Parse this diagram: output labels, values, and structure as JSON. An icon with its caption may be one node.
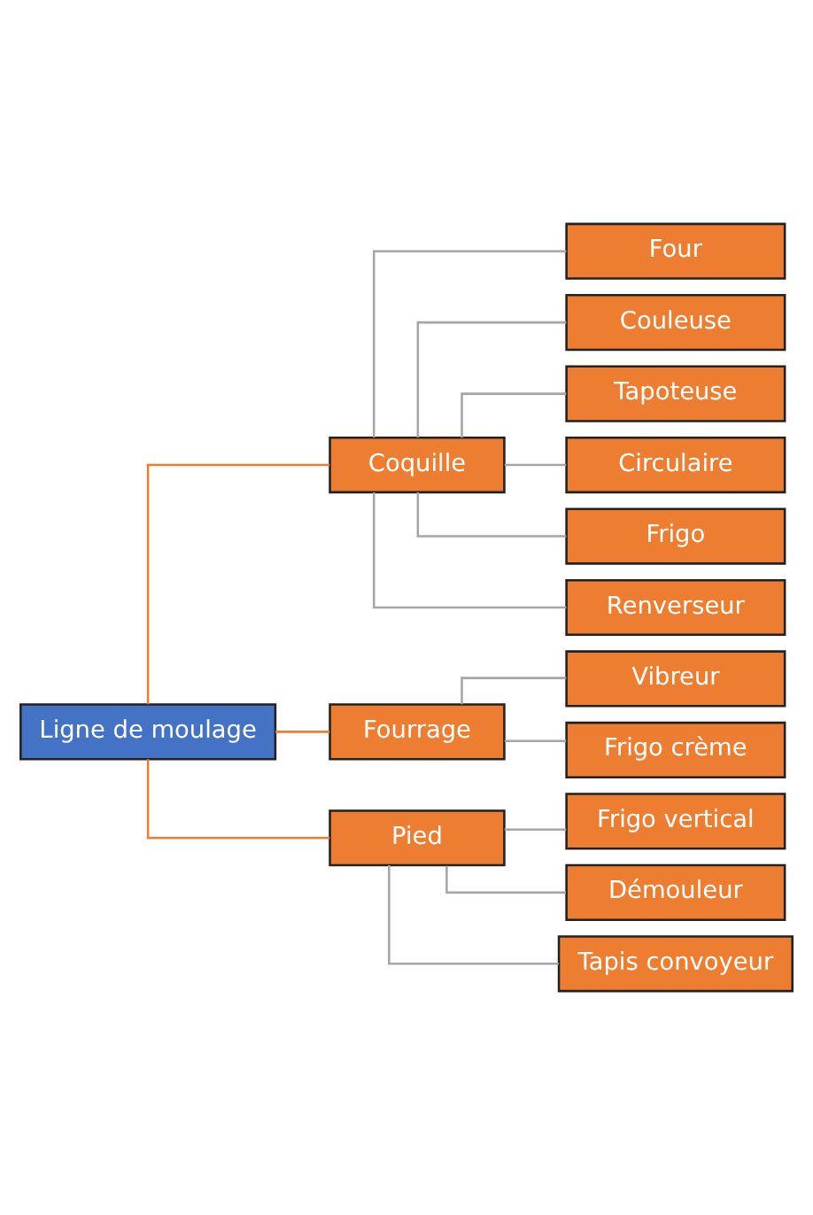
{
  "diagram": {
    "nodes": [
      {
        "text": [
          "Ligne de moulage"
        ]
      },
      {
        "text": [
          "Coquille"
        ]
      },
      {
        "text": [
          "Fourrage"
        ]
      },
      {
        "text": [
          "Pied"
        ]
      },
      {
        "text": [
          "Four"
        ]
      },
      {
        "text": [
          "Couleuse"
        ]
      },
      {
        "text": [
          "Tapoteuse"
        ]
      },
      {
        "text": [
          "Circulaire"
        ]
      },
      {
        "text": [
          "Frigo"
        ]
      },
      {
        "text": [
          "Renverseur"
        ]
      },
      {
        "text": [
          "Vibreur"
        ]
      },
      {
        "text": [
          "Frigo crème"
        ]
      },
      {
        "text": [
          "Frigo vertical"
        ]
      },
      {
        "text": [
          "Démouleur"
        ]
      },
      {
        "text": [
          "Tapis convoyeur"
        ]
      }
    ],
    "edges": [
      {
        "from": 0,
        "to": 1,
        "arrow": "none",
        "color": "#ed7d31"
      },
      {
        "from": 0,
        "to": 2,
        "arrow": "none",
        "color": "#ed7d31"
      },
      {
        "from": 0,
        "to": 3,
        "arrow": "none",
        "color": "#ed7d31"
      },
      {
        "from": 1,
        "to": 4,
        "arrow": "none"
      },
      {
        "from": 1,
        "to": 5,
        "arrow": "none"
      },
      {
        "from": 1,
        "to": 6,
        "arrow": "none"
      },
      {
        "from": 1,
        "to": 7,
        "arrow": "none"
      },
      {
        "from": 1,
        "to": 8,
        "arrow": "none"
      },
      {
        "from": 1,
        "to": 9,
        "arrow": "none"
      },
      {
        "from": 2,
        "to": 10,
        "arrow": "none"
      },
      {
        "from": 2,
        "to": 11,
        "arrow": "none"
      },
      {
        "from": 3,
        "to": 12,
        "arrow": "none"
      },
      {
        "from": 3,
        "to": 13,
        "arrow": "none"
      },
      {
        "from": 3,
        "to": 14,
        "arrow": "none"
      }
    ]
  }
}
